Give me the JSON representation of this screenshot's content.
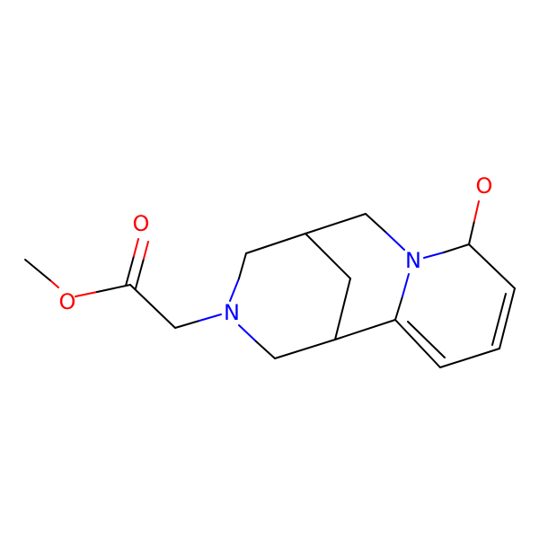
{
  "molecule": {
    "colors": {
      "carbon_bond": "#000000",
      "nitrogen": "#0000ff",
      "oxygen": "#ff0000"
    },
    "atom_labels": {
      "ester_carbonyl_oxygen": "O",
      "ester_ether_oxygen": "O",
      "amine_nitrogen": "N",
      "pyridone_nitrogen": "N",
      "pyridone_oxygen": "O"
    }
  }
}
